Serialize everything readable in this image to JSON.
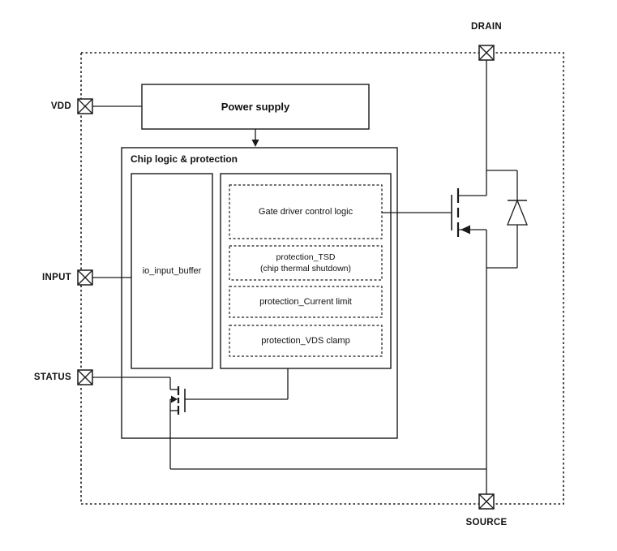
{
  "diagram": {
    "background": "#ffffff",
    "line_color": "#1a1a1a",
    "pins": {
      "vdd": {
        "label": "VDD"
      },
      "input": {
        "label": "INPUT"
      },
      "status": {
        "label": "STATUS"
      },
      "drain": {
        "label": "DRAIN"
      },
      "source": {
        "label": "SOURCE"
      }
    },
    "blocks": {
      "power_supply": {
        "label": "Power supply"
      },
      "chip_logic": {
        "label": "Chip logic & protection"
      },
      "io_input_buffer": {
        "label": "io_input_buffer"
      },
      "gate_driver": {
        "label": "Gate driver control logic"
      },
      "protection_tsd": {
        "label_line1": "protection_TSD",
        "label_line2": "(chip thermal shutdown)"
      },
      "protection_current_limit": {
        "label": "protection_Current limit"
      },
      "protection_vds_clamp": {
        "label": "protection_VDS clamp"
      }
    },
    "symbols": {
      "pin_terminal": "boxed-x-pad",
      "power_mosfet": "n-channel-mosfet",
      "status_mosfet": "n-channel-mosfet",
      "body_diode": "diode"
    }
  }
}
